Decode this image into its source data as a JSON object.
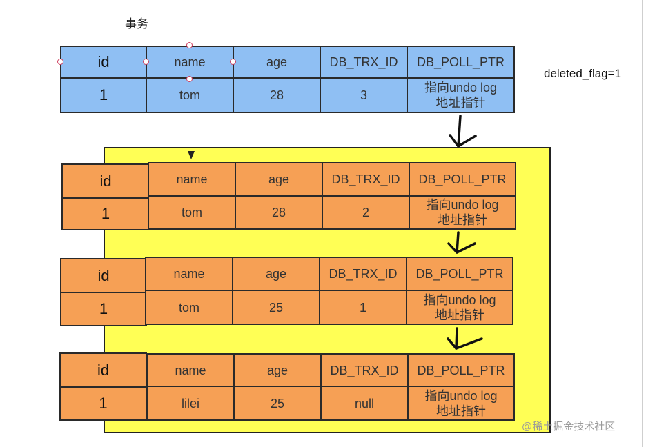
{
  "title": "事务",
  "note": "deleted_flag=1",
  "watermark": "@稀土掘金技术社区",
  "colors": {
    "current_row": "#8fbff3",
    "undo_rows": "#f6a055",
    "undo_log_bg": "#ffff55"
  },
  "rows": [
    {
      "headers": [
        "id",
        "name",
        "age",
        "DB_TRX_ID",
        "DB_POLL_PTR"
      ],
      "values": [
        "1",
        "tom",
        "28",
        "3",
        "指向undo log\n地址指针"
      ]
    },
    {
      "headers": [
        "id",
        "name",
        "age",
        "DB_TRX_ID",
        "DB_POLL_PTR"
      ],
      "values": [
        "1",
        "tom",
        "28",
        "2",
        "指向undo log\n地址指针"
      ]
    },
    {
      "headers": [
        "id",
        "name",
        "age",
        "DB_TRX_ID",
        "DB_POLL_PTR"
      ],
      "values": [
        "1",
        "tom",
        "25",
        "1",
        "指向undo log\n地址指针"
      ]
    },
    {
      "headers": [
        "id",
        "name",
        "age",
        "DB_TRX_ID",
        "DB_POLL_PTR"
      ],
      "values": [
        "1",
        "lilei",
        "25",
        "null",
        "指向undo log\n地址指针"
      ]
    }
  ]
}
